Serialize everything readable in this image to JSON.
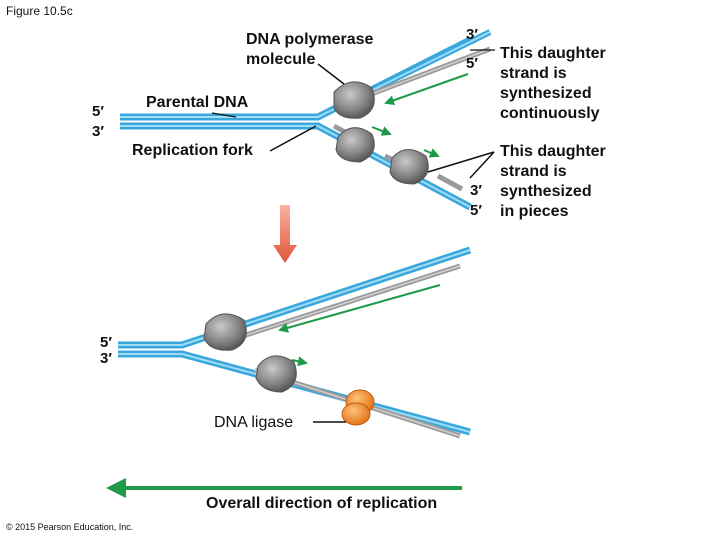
{
  "figure_label": "Figure 10.5c",
  "copyright": "© 2015 Pearson Education, Inc.",
  "labels": {
    "dna_polymerase": "DNA polymerase\nmolecule",
    "parental_dna": "Parental DNA",
    "replication_fork": "Replication fork",
    "continuous": "This daughter\nstrand is\nsynthesized\ncontinuously",
    "pieces": "This daughter\nstrand is\nsynthesized\nin pieces",
    "dna_ligase": "DNA ligase",
    "overall_direction": "Overall direction of replication"
  },
  "strand_ends": {
    "top_left_5": "5′",
    "top_left_3": "3′",
    "top_right_3": "3′",
    "top_right_5": "5′",
    "mid_right_3": "3′",
    "mid_right_5": "5′",
    "bottom_left_5": "5′",
    "bottom_left_3": "3′"
  },
  "colors": {
    "parental_strand": "#3aa7dc",
    "parental_core": "#9fdcf6",
    "daughter_strand": "#9a9a9a",
    "polymerase": "#7d7d7d",
    "ligase": "#f08a2a",
    "arrow_green": "#1e9a48",
    "arrow_down": "#e56a52"
  }
}
